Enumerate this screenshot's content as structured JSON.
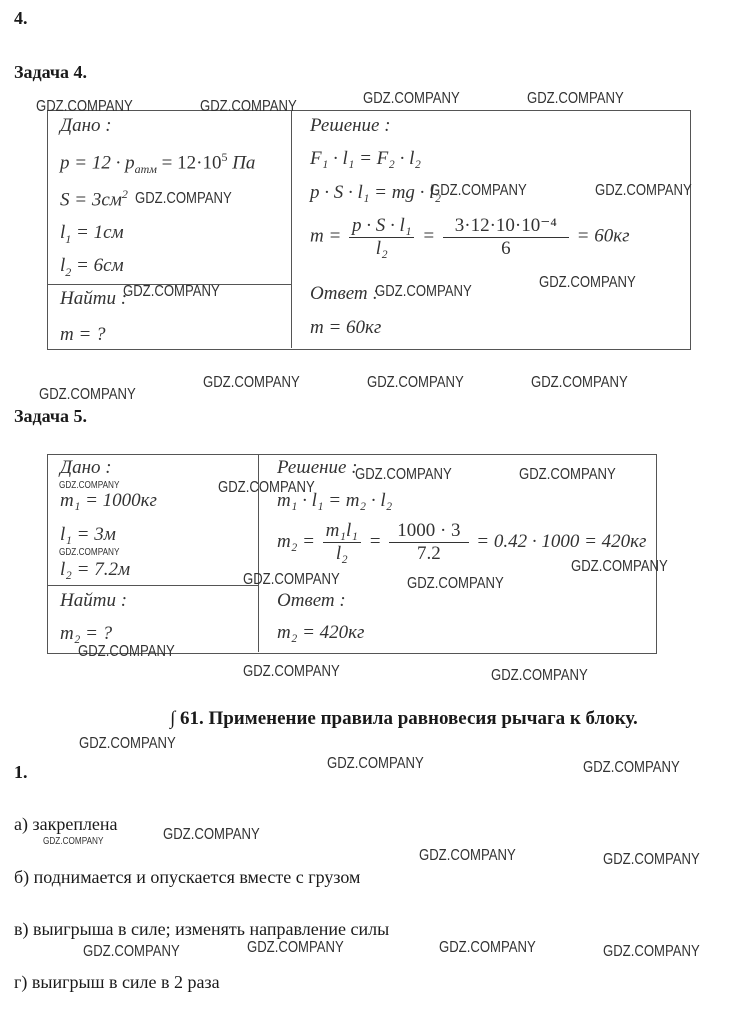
{
  "top_number": "4.",
  "task4": {
    "title": "Задача 4.",
    "given_label": "Дано :",
    "given": [
      "p = 12 · p",
      "атм",
      " = 12·10",
      "5",
      " Па",
      "S = 3см",
      "2",
      "l",
      "1",
      " = 1см",
      "l",
      "2",
      " = 6см"
    ],
    "find_label": "Найти :",
    "find": "m = ?",
    "solution_label": "Решение :",
    "eq1": "F₁ · l₁ = F₂ · l₂",
    "eq2": "p · S · l₁ = mg · l₂",
    "eq3": {
      "lhs": "m =",
      "num1": "p · S · l₁",
      "den1": "l₂",
      "num2": "3·12·10·10⁻⁴",
      "den2": "6",
      "rhs": "= 60кг"
    },
    "answer_label": "Ответ :",
    "answer": "m = 60кг"
  },
  "task5": {
    "title": "Задача 5.",
    "given_label": "Дано :",
    "given": [
      "m₁ = 1000кг",
      "l₁ = 3м",
      "l₂ = 7.2м"
    ],
    "find_label": "Найти :",
    "find": "m₂ = ?",
    "solution_label": "Решение :",
    "eq1": "m₁ · l₁ = m₂ · l₂",
    "eq2": {
      "lhs": "m₂ =",
      "num1": "m₁l₁",
      "den1": "l₂",
      "num2": "1000 · 3",
      "den2": "7.2",
      "rhs": "= 0.42 · 1000 = 420кг"
    },
    "answer_label": "Ответ :",
    "answer": "m₂ = 420кг"
  },
  "section_heading": "∫ 61. Применение правила равновесия рычага к блоку.",
  "q1": {
    "number": "1.",
    "answers": [
      "а) закреплена",
      "б) поднимается и опускается вместе с грузом",
      "в) выигрыша в силе; изменять направление силы",
      "г) выигрыш в силе в 2 раза"
    ]
  },
  "watermark": "GDZ.COMPANY"
}
